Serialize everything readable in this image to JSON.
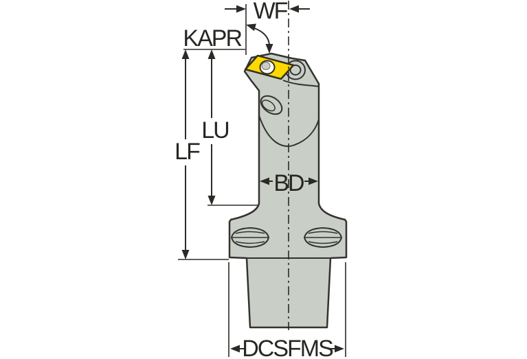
{
  "figure": {
    "labels": {
      "wf": "WF",
      "kapr": "KAPR",
      "lf": "LF",
      "lu": "LU",
      "bd": "BD",
      "dcsfms": "DCSFMS"
    },
    "colors": {
      "background": "#FFFFFF",
      "body": "#C9CEC7",
      "outline": "#32322E",
      "insert": "#FFD800",
      "insert_outline": "#33301E",
      "insert_hole": "#FFFFFF",
      "dimension": "#2A2A26"
    }
  }
}
